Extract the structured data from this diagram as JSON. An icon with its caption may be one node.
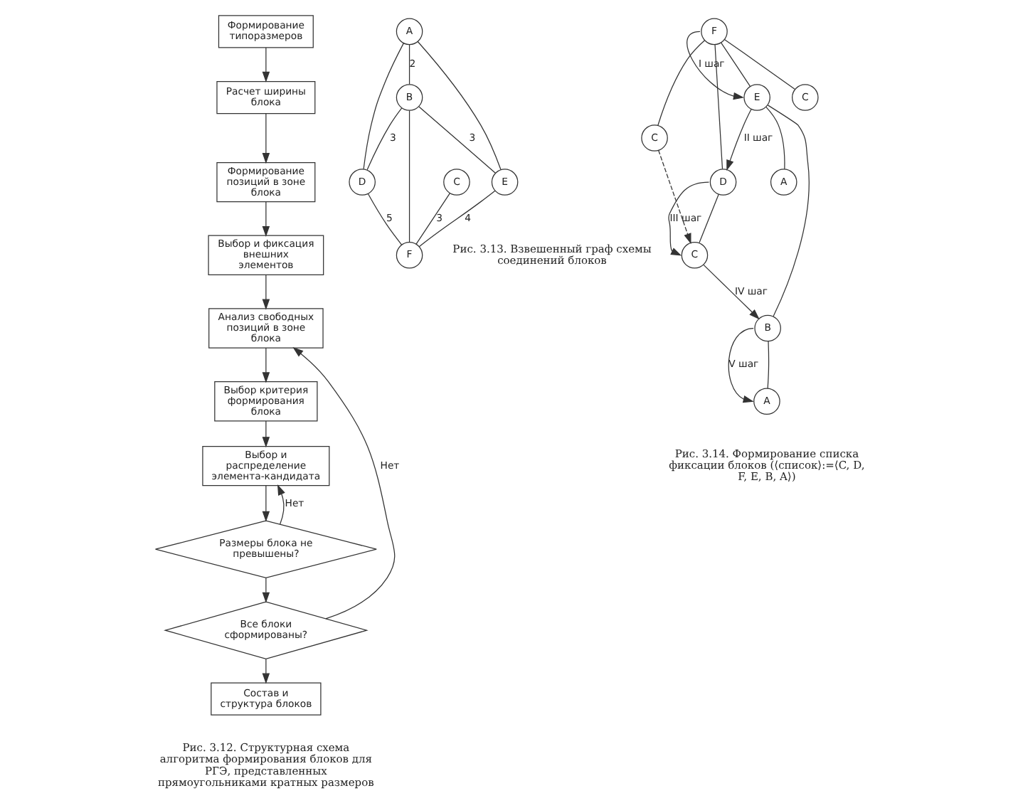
{
  "diagram": {
    "nodes": [
      {
        "text": [
          "Формирование типоразмеров"
        ]
      },
      {
        "text": [
          "Расчет ширины блока"
        ]
      },
      {
        "text": [
          "Формирование позиций в зоне блока"
        ]
      },
      {
        "text": [
          "Выбор и фиксация внешних элементов"
        ]
      },
      {
        "text": [
          "Анализ свободных позиций в зоне блока"
        ]
      },
      {
        "text": [
          "Выбор критерия формирования блока"
        ]
      },
      {
        "text": [
          "Выбор и распределение элемента-кандидата"
        ]
      },
      {
        "text": [
          "Размеры блока не превышены?"
        ]
      },
      {
        "text": [
          "Все блоки сформированы?"
        ]
      },
      {
        "text": [
          "Состав и структура блоков"
        ]
      },
      {
        "text": [
          "A"
        ]
      },
      {
        "text": [
          "B"
        ]
      },
      {
        "text": [
          "C"
        ]
      },
      {
        "text": [
          "D"
        ]
      },
      {
        "text": [
          "E"
        ]
      },
      {
        "text": [
          "F"
        ]
      },
      {
        "text": [
          "F"
        ]
      },
      {
        "text": [
          "C"
        ]
      },
      {
        "text": [
          "D"
        ]
      },
      {
        "text": [
          "C"
        ]
      },
      {
        "text": [
          "E"
        ]
      },
      {
        "text": [
          "C"
        ]
      },
      {
        "text": [
          "B"
        ]
      },
      {
        "text": [
          "A"
        ]
      },
      {
        "text": [
          "A"
        ]
      }
    ],
    "edges": [
      {
        "from": 0,
        "to": 1,
        "arrow": "to"
      },
      {
        "from": 1,
        "to": 2,
        "arrow": "to"
      },
      {
        "from": 2,
        "to": 3,
        "arrow": "to"
      },
      {
        "from": 3,
        "to": 4,
        "arrow": "to"
      },
      {
        "from": 4,
        "to": 5,
        "arrow": "to"
      },
      {
        "from": 5,
        "to": 6,
        "arrow": "to"
      },
      {
        "from": 6,
        "to": 7,
        "arrow": "to"
      },
      {
        "from": 7,
        "to": 6,
        "arrow": "to",
        "label": "Нет"
      },
      {
        "from": 7,
        "to": 8,
        "arrow": "to"
      },
      {
        "from": 8,
        "to": 4,
        "arrow": "to",
        "label": "Нет"
      },
      {
        "from": 8,
        "to": 9,
        "arrow": "to"
      },
      {
        "from": 10,
        "to": 11,
        "arrow": "none",
        "label": "2"
      },
      {
        "from": 10,
        "to": 13,
        "arrow": "none"
      },
      {
        "from": 10,
        "to": 14,
        "arrow": "none"
      },
      {
        "from": 11,
        "to": 13,
        "arrow": "none",
        "label": "3"
      },
      {
        "from": 11,
        "to": 14,
        "arrow": "none",
        "label": "3"
      },
      {
        "from": 11,
        "to": 15,
        "arrow": "none"
      },
      {
        "from": 12,
        "to": 15,
        "arrow": "none",
        "label": "3"
      },
      {
        "from": 13,
        "to": 15,
        "arrow": "none",
        "label": "5"
      },
      {
        "from": 14,
        "to": 15,
        "arrow": "none",
        "label": "4"
      },
      {
        "from": 16,
        "to": 17,
        "arrow": "none"
      },
      {
        "from": 16,
        "to": 18,
        "arrow": "none"
      },
      {
        "from": 16,
        "to": 19,
        "arrow": "none"
      },
      {
        "from": 16,
        "to": 20,
        "arrow": "none"
      },
      {
        "from": 16,
        "to": 20,
        "arrow": "to",
        "label": "I шаг"
      },
      {
        "from": 20,
        "to": 18,
        "arrow": "to",
        "label": "II шаг"
      },
      {
        "from": 18,
        "to": 21,
        "arrow": "none"
      },
      {
        "from": 18,
        "to": 21,
        "arrow": "to",
        "label": "III шаг"
      },
      {
        "from": 17,
        "to": 21,
        "arrow": "to",
        "style": "dashed"
      },
      {
        "from": 20,
        "to": 22,
        "arrow": "none"
      },
      {
        "from": 20,
        "to": 23,
        "arrow": "none"
      },
      {
        "from": 21,
        "to": 22,
        "arrow": "to",
        "label": "IV шаг"
      },
      {
        "from": 22,
        "to": 24,
        "arrow": "none"
      },
      {
        "from": 22,
        "to": 24,
        "arrow": "to",
        "label": "V шаг"
      }
    ],
    "labels": [
      "Рис. 3.13. Взвешенный граф схемы соединений блоков",
      "Рис. 3.12. Структурная схема алгоритма формирования блоков для РГЭ, представленных прямоугольниками кратных размеров",
      "Рис. 3.14. Формирование списка фиксации блоков (⟨список⟩:=⟨C, D, F, E, B, A⟩)"
    ]
  }
}
